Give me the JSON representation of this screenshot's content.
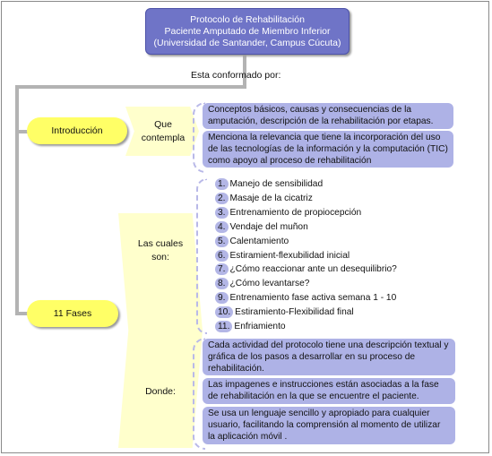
{
  "title": {
    "line1": "Protocolo de Rehabilitación",
    "line2": "Paciente Amputado de Miembro Inferior",
    "line3": "(Universidad de Santander, Campus Cúcuta)"
  },
  "conformado_label": "Esta conformado por:",
  "introduccion": {
    "label": "Introducción",
    "connector": "Que contempla",
    "items": [
      "Conceptos básicos, causas y consecuencias de la amputación, descripción de la rehabilitación por etapas.",
      "Menciona la relevancia que tiene la incorporación del uso de las tecnologías de la información y la computación (TIC) como apoyo al proceso de rehabilitación"
    ]
  },
  "fases": {
    "label": "11 Fases",
    "connector_phases": "Las cuales son:",
    "connector_donde": "Donde:",
    "phases": [
      {
        "num": "1.",
        "text": "Manejo de sensibilidad"
      },
      {
        "num": "2.",
        "text": "Masaje de la cicatriz"
      },
      {
        "num": "3.",
        "text": "Entrenamiento de propiocepción"
      },
      {
        "num": "4.",
        "text": "Vendaje del muñon"
      },
      {
        "num": "5.",
        "text": "Calentamiento"
      },
      {
        "num": "6.",
        "text": "Estiramient-flexubilidad inicial"
      },
      {
        "num": "7.",
        "text": "¿Cómo reaccionar ante un desequilibrio?"
      },
      {
        "num": "8.",
        "text": "¿Cómo levantarse?"
      },
      {
        "num": "9.",
        "text": "Entrenamiento fase activa semana 1 - 10"
      },
      {
        "num": "10.",
        "text": "Estiramiento-Flexibilidad final"
      },
      {
        "num": "11.",
        "text": "Enfriamiento"
      }
    ],
    "donde_items": [
      "Cada actividad del protocolo tiene una descripción textual y gráfica de los pasos a desarrollar en su proceso de rehabilitación.",
      "Las impagenes e instrucciones están asociadas a la fase de rehabilitación en la que se encuentre el paciente.",
      "Se usa un lenguaje sencillo y apropiado para cualquier usuario, facilitando la comprensión al momento de utilizar la aplicación móvil ."
    ]
  },
  "colors": {
    "title_fill": "#6f74c7",
    "pill_fill": "#ffff66",
    "chevron_fill": "#ffffcc",
    "desc_fill": "#aeb2e6",
    "connector": "#b3b3b3"
  }
}
